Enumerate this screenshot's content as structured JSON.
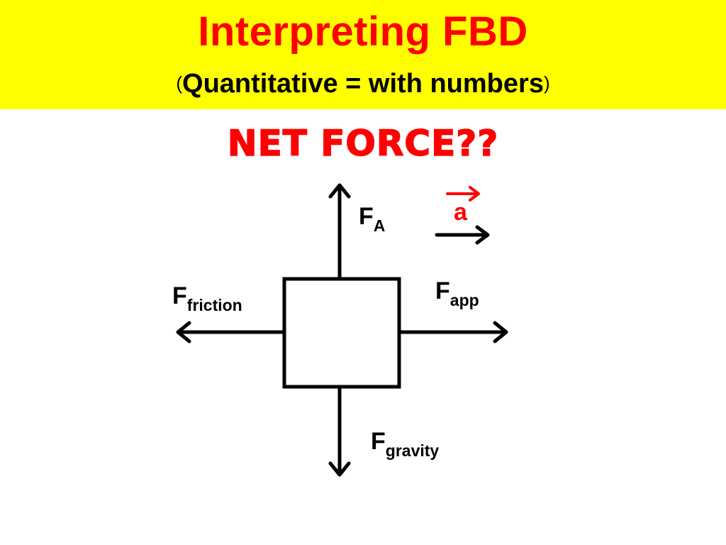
{
  "header": {
    "title": "Interpreting FBD",
    "subtitle_open": "(",
    "subtitle_text": "Quantitative = with numbers",
    "subtitle_close": ")",
    "band_color": "#ffff00",
    "title_color": "#ff0000"
  },
  "question": {
    "text": "NET FORCE??",
    "color": "#ff0000"
  },
  "diagram": {
    "forces": [
      {
        "id": "buoyant",
        "main": "F",
        "sub": "A",
        "direction": "up"
      },
      {
        "id": "friction",
        "main": "F",
        "sub": "friction",
        "direction": "left"
      },
      {
        "id": "applied",
        "main": "F",
        "sub": "app",
        "direction": "right"
      },
      {
        "id": "gravity",
        "main": "F",
        "sub": "gravity",
        "direction": "down"
      }
    ],
    "acceleration": {
      "symbol": "a",
      "vector_color": "#ff0000",
      "direction": "right"
    }
  }
}
